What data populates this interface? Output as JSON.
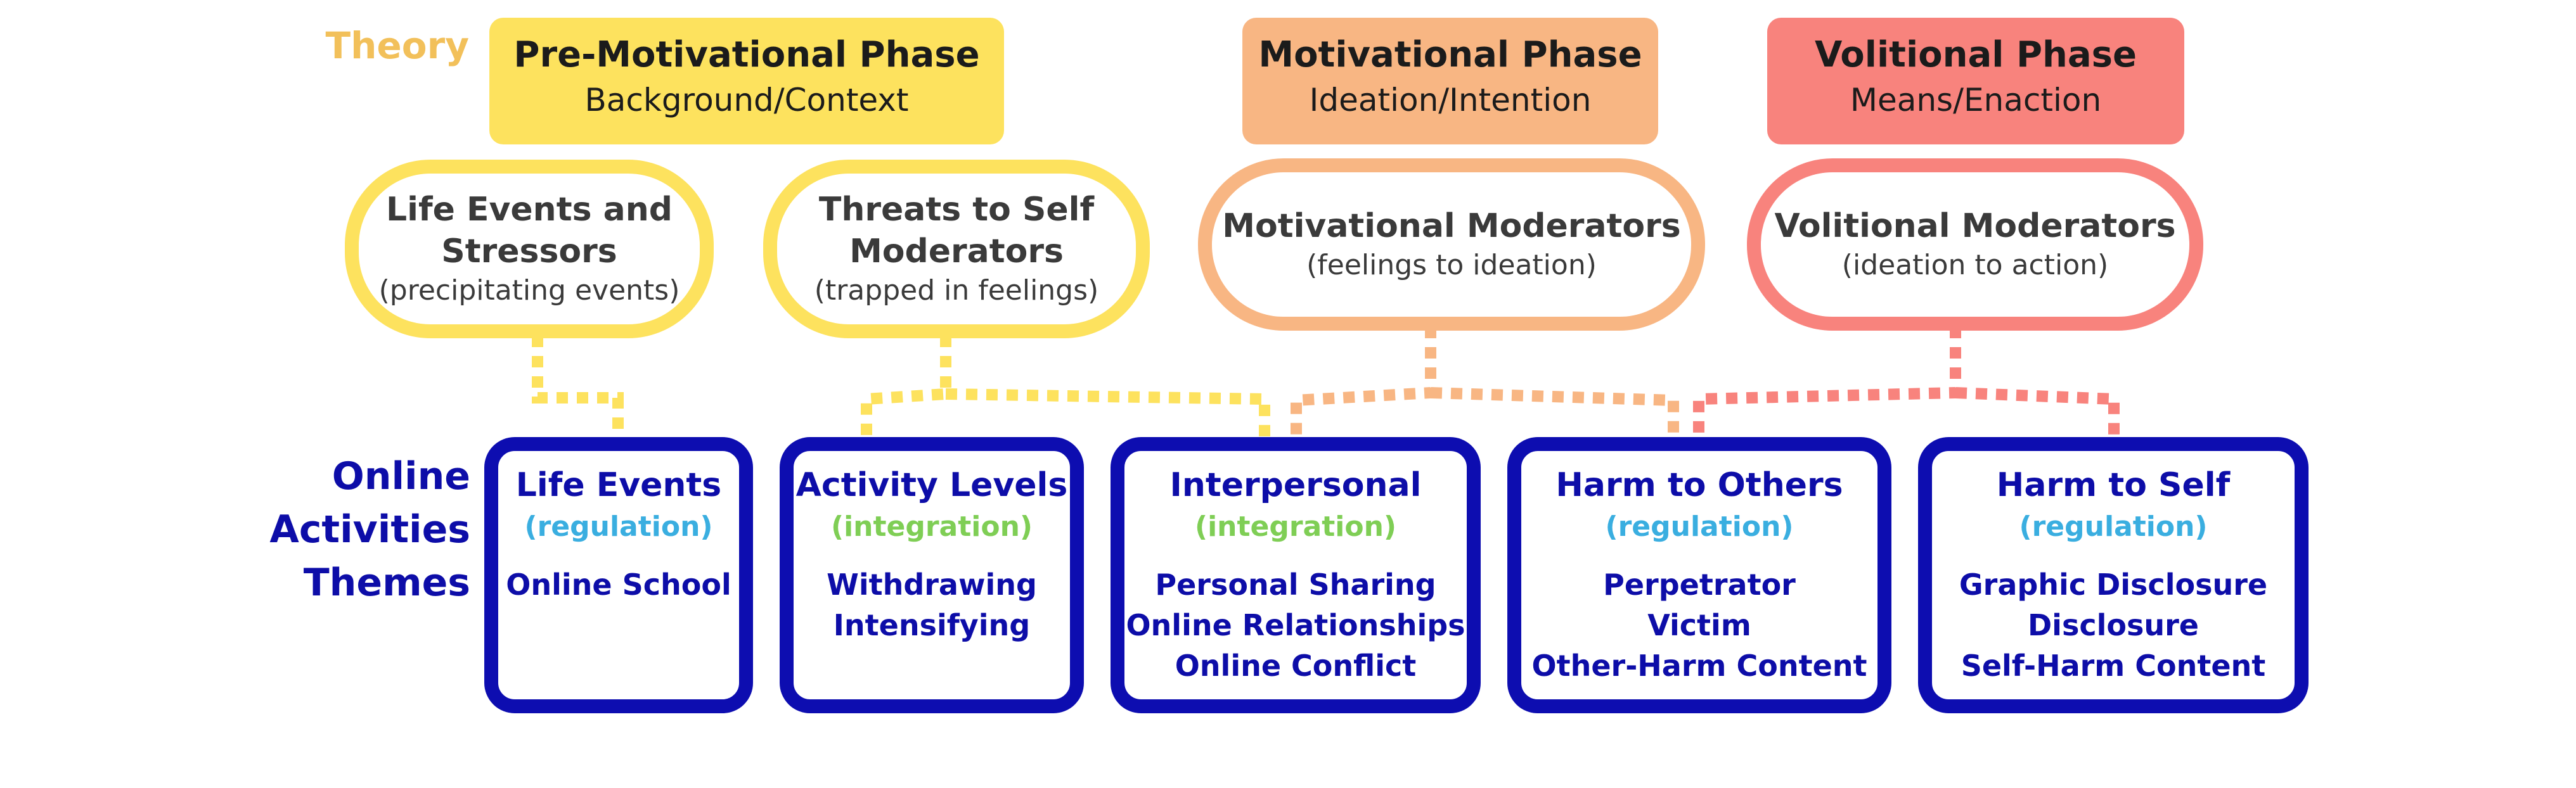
{
  "labels": {
    "theory": "Theory",
    "online_activities_themes": "Online\nActivities\nThemes"
  },
  "colors": {
    "pre_motivational": "#fde25e",
    "motivational": "#f8b683",
    "volitional": "#f8837d",
    "theme_border": "#0d0db0",
    "theme_text": "#0d0da8",
    "regulation": "#3aaee0",
    "integration": "#7fce55",
    "theory_label": "#f2c05a"
  },
  "phases": [
    {
      "title": "Pre-Motivational Phase",
      "subtitle": "Background/Context"
    },
    {
      "title": "Motivational Phase",
      "subtitle": "Ideation/Intention"
    },
    {
      "title": "Volitional Phase",
      "subtitle": "Means/Enaction"
    }
  ],
  "moderators": [
    {
      "title": "Life Events and Stressors",
      "subtitle": "(precipitating events)"
    },
    {
      "title": "Threats to Self Moderators",
      "subtitle": "(trapped in feelings)"
    },
    {
      "title": "Motivational Moderators",
      "subtitle": "(feelings to ideation)"
    },
    {
      "title": "Volitional Moderators",
      "subtitle": "(ideation to action)"
    }
  ],
  "themes": [
    {
      "title": "Life Events",
      "category": "(regulation)",
      "items": [
        "Online School"
      ]
    },
    {
      "title": "Activity Levels",
      "category": "(integration)",
      "items": [
        "Withdrawing",
        "Intensifying"
      ]
    },
    {
      "title": "Interpersonal",
      "category": "(integration)",
      "items": [
        "Personal Sharing",
        "Online Relationships",
        "Online Conflict"
      ]
    },
    {
      "title": "Harm to Others",
      "category": "(regulation)",
      "items": [
        "Perpetrator",
        "Victim",
        "Other-Harm Content"
      ]
    },
    {
      "title": "Harm to Self",
      "category": "(regulation)",
      "items": [
        "Graphic Disclosure",
        "Disclosure",
        "Self-Harm Content"
      ]
    }
  ]
}
